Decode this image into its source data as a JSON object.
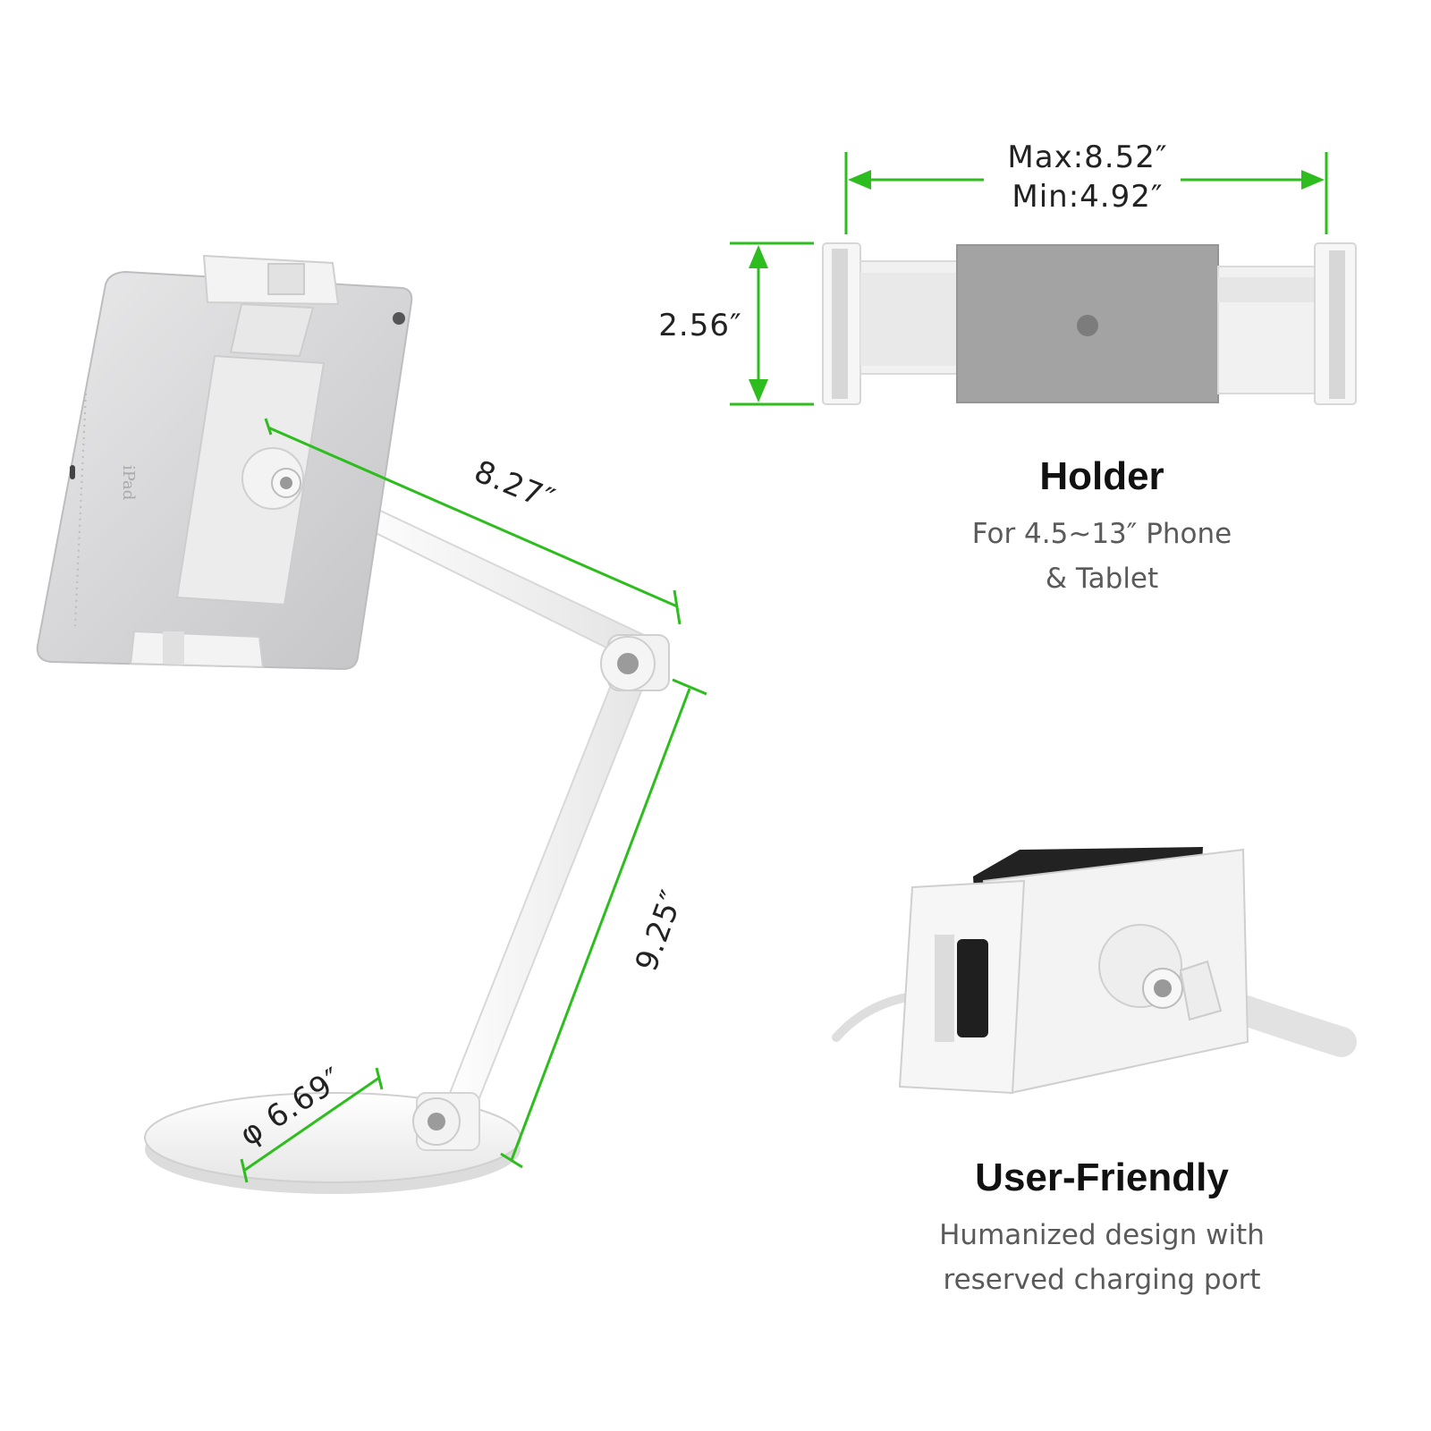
{
  "colors": {
    "accent_green": "#2ebd1e",
    "text_dark": "#111111",
    "text_gray": "#5a5a5a"
  },
  "dimensions": {
    "holder_width": {
      "max": "Max:8.52″",
      "min": "Min:4.92″"
    },
    "holder_height": "2.56″",
    "upper_arm": "8.27″",
    "lower_arm": "9.25″",
    "base_diameter": "φ 6.69″"
  },
  "device_label": "iPad",
  "features": [
    {
      "title": "Holder",
      "lines": [
        "For 4.5~13″ Phone",
        "& Tablet"
      ]
    },
    {
      "title": "User-Friendly",
      "lines": [
        "Humanized design with",
        "reserved charging port"
      ]
    }
  ]
}
